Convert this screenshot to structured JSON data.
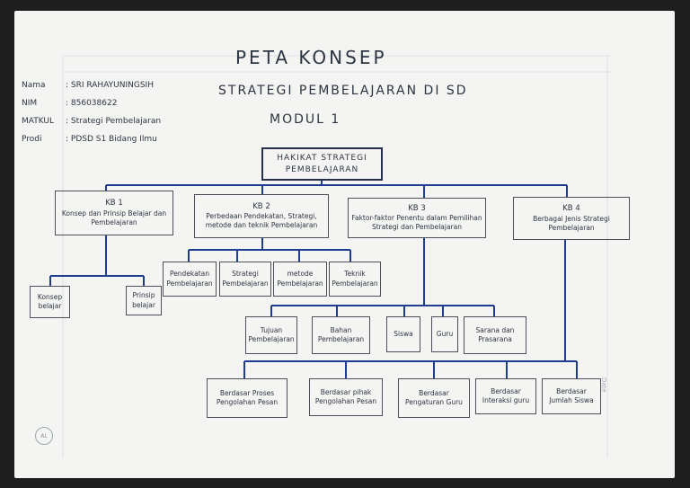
{
  "title": "PETA KONSEP",
  "subtitle": "STRATEGI PEMBELAJARAN DI SD",
  "module": "MODUL 1",
  "student": {
    "nama_label": "Nama",
    "nama_value": ": SRI RAHAYUNINGSIH",
    "nim_label": "NIM",
    "nim_value": ": 856038622",
    "matkul_label": "MATKUL",
    "matkul_value": ": Strategi Pembelajaran",
    "prodi_label": "Prodi",
    "prodi_value": ": PDSD S1 Bidang Ilmu"
  },
  "root": {
    "line1": "HAKIKAT STRATEGI",
    "line2": "PEMBELAJARAN"
  },
  "kb": [
    {
      "title": "KB 1",
      "desc": "Konsep dan Prinsip Belajar dan Pembelajaran"
    },
    {
      "title": "KB 2",
      "desc": "Perbedaan Pendekatan, Strategi, metode dan teknik Pembelajaran"
    },
    {
      "title": "KB 3",
      "desc": "Faktor-faktor Penentu dalam Pemilihan Strategi dan Pembelajaran"
    },
    {
      "title": "KB 4",
      "desc": "Berbagai Jenis Strategi Pembelajaran"
    }
  ],
  "kb1_children": [
    "Konsep belajar",
    "Prinsip belajar"
  ],
  "kb2_children": [
    "Pendekatan Pembelajaran",
    "Strategi Pembelajaran",
    "metode Pembelajaran",
    "Teknik Pembelajaran"
  ],
  "kb3_children": [
    "Tujuan Pembelajaran",
    "Bahan Pembelajaran",
    "Siswa",
    "Guru",
    "Sarana dan Prasarana"
  ],
  "bottom": [
    "Berdasar Proses Pengolahan Pesan",
    "Berdasar pihak Pengolahan Pesan",
    "Berdasar Pengaturan Guru",
    "Berdasar Interaksi guru",
    "Berdasar Jumlah Siswa"
  ],
  "seal": "AL",
  "date_label": "Date",
  "colors": {
    "line": "#1f3d8f",
    "ink": "#2c3542",
    "paper": "#f4f4f2",
    "background": "#1e1e1e"
  }
}
